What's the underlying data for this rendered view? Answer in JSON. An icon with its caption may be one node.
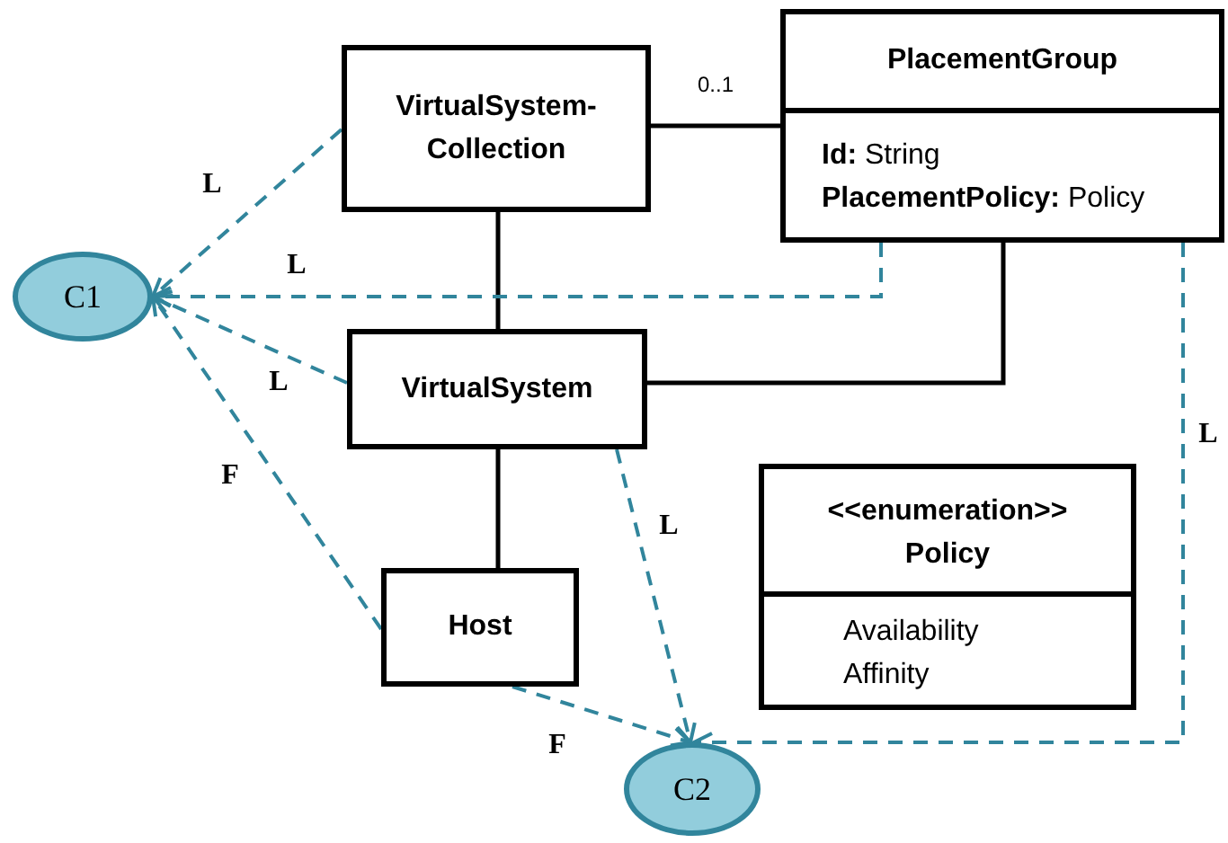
{
  "diagram": {
    "nodes": [
      {
        "text": [
          "VirtualSystem-Collection"
        ]
      },
      {
        "text": [
          "PlacementGroup",
          "**Id:** String",
          "**PlacementPolicy:** Policy"
        ]
      },
      {
        "text": [
          "VirtualSystem"
        ]
      },
      {
        "text": [
          "Host"
        ]
      },
      {
        "text": [
          "<<enumeration>>",
          "Policy",
          "Availability",
          "Affinity"
        ]
      },
      {
        "text": [
          "C1"
        ]
      },
      {
        "text": [
          "C2"
        ]
      }
    ],
    "edges": [
      {
        "from": 0,
        "to": 1,
        "arrow": "none",
        "label": "0..1",
        "color": "#000000"
      },
      {
        "from": 0,
        "to": 2,
        "arrow": "other",
        "color": "#000000"
      },
      {
        "from": 2,
        "to": 1,
        "arrow": "none",
        "color": "#000000"
      },
      {
        "from": 2,
        "to": 3,
        "arrow": "none",
        "color": "#000000"
      },
      {
        "from": 0,
        "to": 5,
        "arrow": "to",
        "label": "L",
        "style": "dashed"
      },
      {
        "from": 1,
        "to": 5,
        "arrow": "to",
        "label": "L",
        "style": "dashed"
      },
      {
        "from": 2,
        "to": 5,
        "arrow": "to",
        "label": "L",
        "style": "dashed"
      },
      {
        "from": 3,
        "to": 5,
        "arrow": "to",
        "label": "F",
        "style": "dashed"
      },
      {
        "from": 2,
        "to": 6,
        "arrow": "to",
        "label": "L",
        "style": "dashed"
      },
      {
        "from": 3,
        "to": 6,
        "arrow": "to",
        "label": "F",
        "style": "dashed"
      },
      {
        "from": 1,
        "to": 6,
        "arrow": "to",
        "label": "L",
        "style": "dashed"
      }
    ]
  }
}
